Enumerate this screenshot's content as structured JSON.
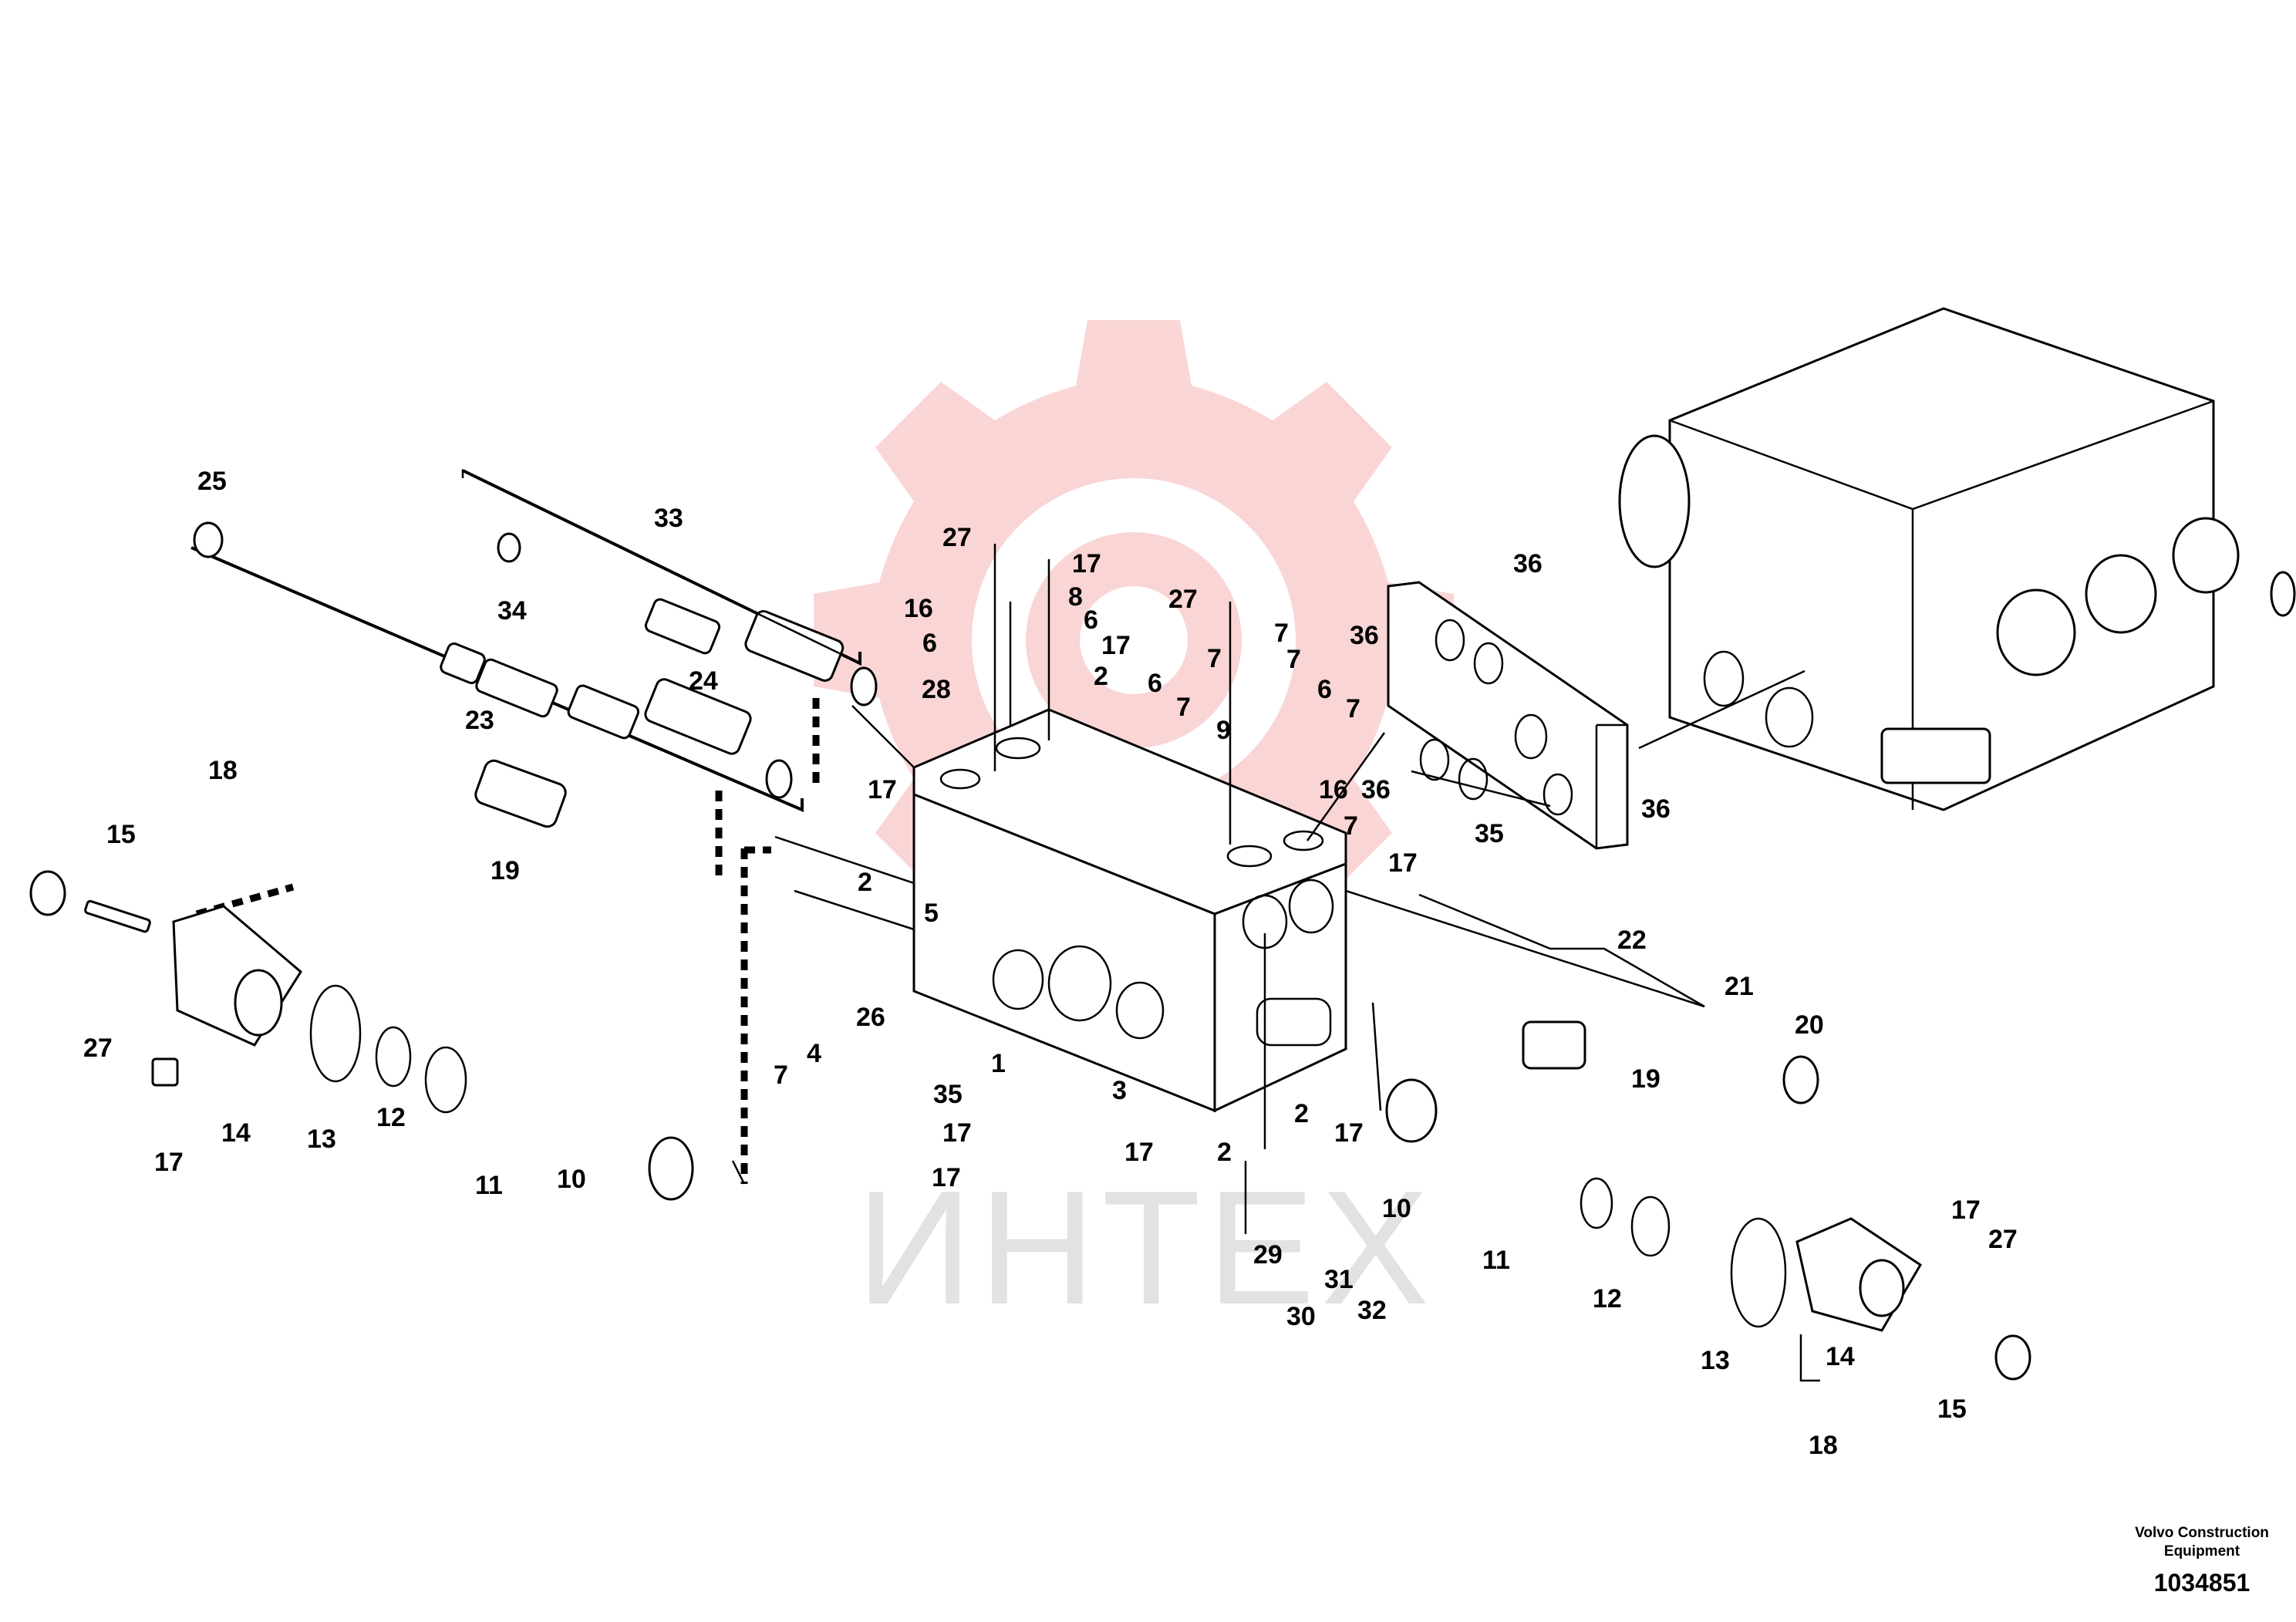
{
  "callouts": {
    "c25": "25",
    "c33": "33",
    "c34": "34",
    "c23": "23",
    "c24": "24",
    "c18a": "18",
    "c15a": "15",
    "c27a": "27",
    "c17a": "17",
    "c14a": "14",
    "c13a": "13",
    "c12a": "12",
    "c11a": "11",
    "c10a": "10",
    "c19a": "19",
    "c28": "28",
    "c17b": "17",
    "c2a": "2",
    "c5": "5",
    "c26": "26",
    "c7a": "7",
    "c4": "4",
    "c35a": "35",
    "c1": "1",
    "c3": "3",
    "c17c": "17",
    "c17d": "17",
    "c17e": "17",
    "c2b": "2",
    "c27b": "27",
    "c17f": "17",
    "c16a": "16",
    "c8": "8",
    "c6a": "6",
    "c6b": "6",
    "c17g": "17",
    "c2c": "2",
    "c6c": "6",
    "c7b": "7",
    "c27c": "27",
    "c7c": "7",
    "c7d": "7",
    "c7e": "7",
    "c6d": "6",
    "c7f": "7",
    "c16b": "16",
    "c9": "9",
    "c7g": "7",
    "c36a": "36",
    "c36b": "36",
    "c36c": "36",
    "c35b": "35",
    "c36d": "36",
    "c17h": "17",
    "c22": "22",
    "c21": "21",
    "c20": "20",
    "c19b": "19",
    "c2d": "2",
    "c17i": "17",
    "c10b": "10",
    "c11b": "11",
    "c12b": "12",
    "c13b": "13",
    "c14b": "14",
    "c15b": "15",
    "c18b": "18",
    "c17j": "17",
    "c27d": "27",
    "c29": "29",
    "c30": "30",
    "c31": "31",
    "c32": "32"
  },
  "credit": {
    "line1": "Volvo Construction",
    "line2": "Equipment"
  },
  "drawing_number": "1034851",
  "watermark": {
    "text": "ИНТЕХ",
    "color": "#f7b4b4"
  }
}
